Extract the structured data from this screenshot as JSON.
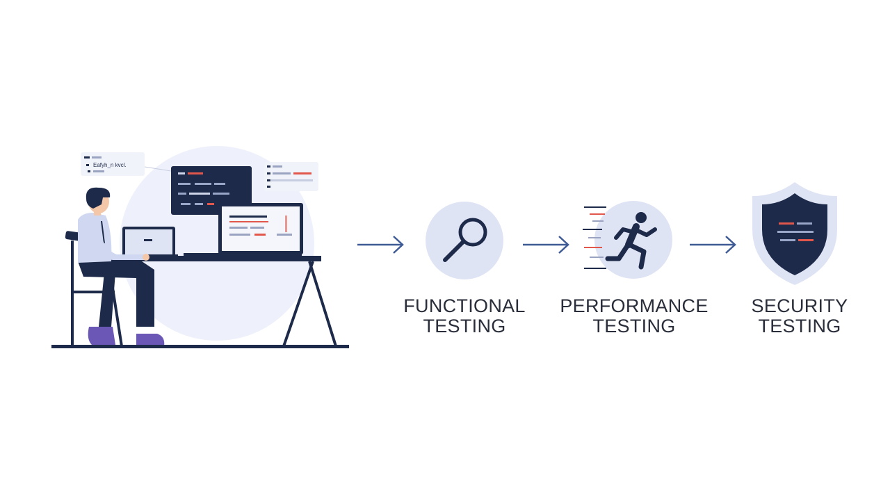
{
  "colors": {
    "navy": "#1e2a4a",
    "light_circle": "#dfe4f5",
    "bg_blob": "#eef1fb",
    "arrow": "#3f5b96",
    "accent_red": "#e2574c",
    "shoe": "#6b58b6",
    "shirt": "#cfd8f0",
    "skin": "#f3c7a8",
    "text": "#2a2e3a"
  },
  "steps": [
    {
      "line1": "FUNCTIONAL",
      "line2": "TESTING",
      "icon": "magnifier-icon"
    },
    {
      "line1": "PERFORMANCE",
      "line2": "TESTING",
      "icon": "running-person-icon"
    },
    {
      "line1": "SECURITY",
      "line2": "TESTING",
      "icon": "shield-icon"
    }
  ],
  "illustration": {
    "note_left_line2": "Eafyh_n kvcl."
  }
}
